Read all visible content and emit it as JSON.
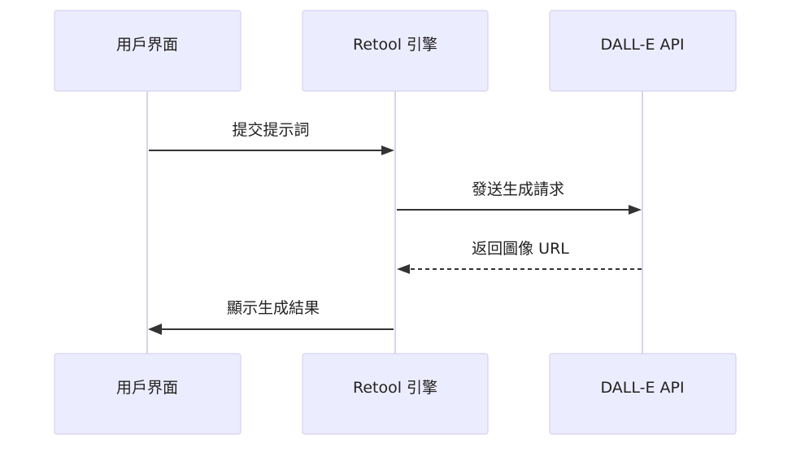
{
  "participants": [
    {
      "id": "ui",
      "label": "用戶界面"
    },
    {
      "id": "engine",
      "label": "Retool 引擎"
    },
    {
      "id": "api",
      "label": "DALL-E API"
    }
  ],
  "messages": [
    {
      "from": "ui",
      "to": "engine",
      "label": "提交提示詞",
      "style": "solid"
    },
    {
      "from": "engine",
      "to": "api",
      "label": "發送生成請求",
      "style": "solid"
    },
    {
      "from": "api",
      "to": "engine",
      "label": "返回圖像 URL",
      "style": "dashed"
    },
    {
      "from": "engine",
      "to": "ui",
      "label": "顯示生成結果",
      "style": "solid"
    }
  ],
  "colors": {
    "actor_fill": "#ececff",
    "actor_border": "#d5d3ef",
    "lifeline": "#d6d4ee",
    "message": "#333333",
    "text": "#222222"
  }
}
